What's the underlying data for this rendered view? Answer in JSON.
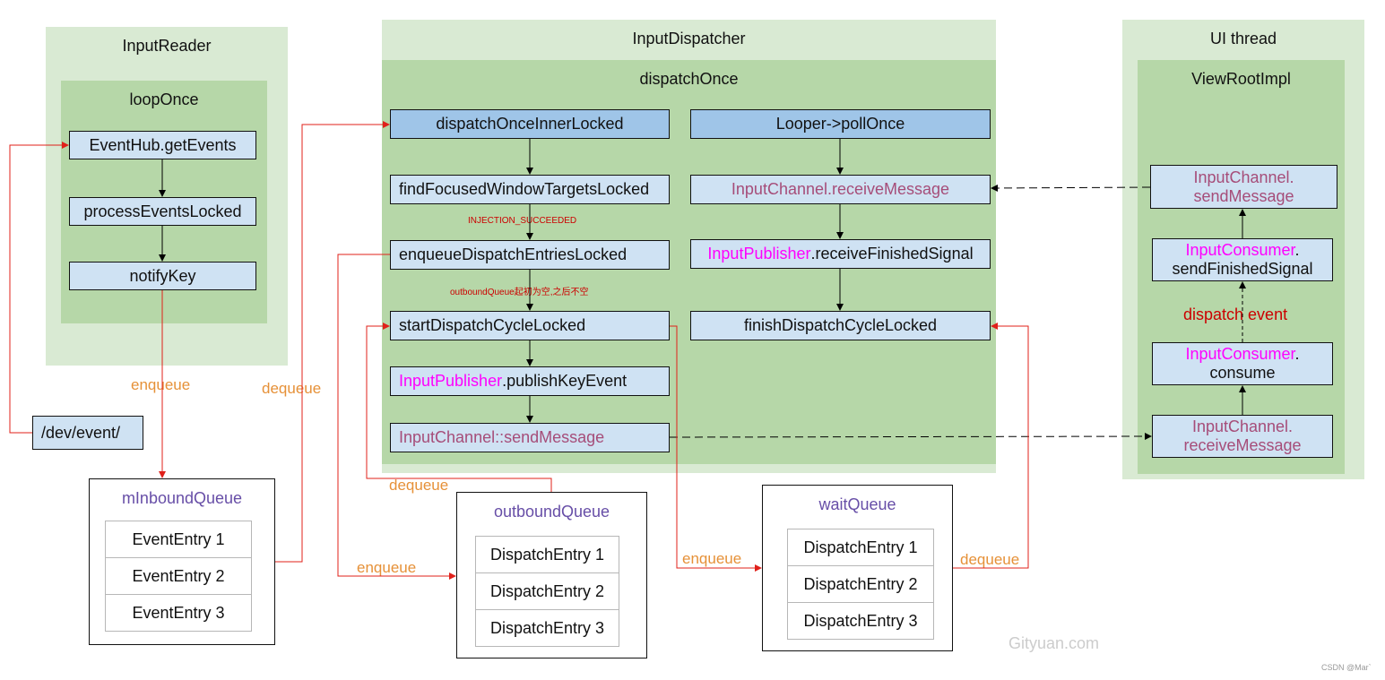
{
  "input_reader": {
    "title": "InputReader",
    "loop_title": "loopOnce",
    "nodes": [
      "EventHub.getEvents",
      "processEventsLocked",
      "notifyKey"
    ]
  },
  "dev_event": "/dev/event/",
  "input_dispatcher": {
    "title": "InputDispatcher",
    "dispatch_once_title": "dispatchOnce",
    "left_nodes": {
      "dispatch_inner": "dispatchOnceInnerLocked",
      "find_focused": "findFocusedWindowTargetsLocked",
      "enqueue_entries": "enqueueDispatchEntriesLocked",
      "start_cycle": "startDispatchCycleLocked",
      "publish_prefix": "InputPublisher",
      "publish_suffix": ".publishKeyEvent",
      "send_message": "InputChannel::sendMessage"
    },
    "right_nodes": {
      "poll_once": "Looper->pollOnce",
      "receive_prefix": "InputChannel",
      "receive_suffix": ".receiveMessage",
      "finished_prefix": "InputPublisher",
      "finished_suffix": ".receiveFinishedSignal",
      "finish_cycle": "finishDispatchCycleLocked"
    },
    "annotations": {
      "injection": "INJECTION_SUCCEEDED",
      "outbound_note": "outboundQueue起初为空,之后不空"
    }
  },
  "ui_thread": {
    "title": "UI thread",
    "view_root_title": "ViewRootImpl",
    "send_message": [
      "InputChannel.",
      "sendMessage"
    ],
    "send_finished": [
      "InputConsumer",
      ".",
      "sendFinishedSignal"
    ],
    "dispatch_event": "dispatch event",
    "consume": [
      "InputConsumer",
      ".",
      "consume"
    ],
    "receive_message": [
      "InputChannel.",
      "receiveMessage"
    ]
  },
  "queues": {
    "inbound": {
      "title": "mInboundQueue",
      "entries": [
        "EventEntry 1",
        "EventEntry 2",
        "EventEntry 3"
      ]
    },
    "outbound": {
      "title": "outboundQueue",
      "entries": [
        "DispatchEntry 1",
        "DispatchEntry 2",
        "DispatchEntry 3"
      ]
    },
    "wait": {
      "title": "waitQueue",
      "entries": [
        "DispatchEntry 1",
        "DispatchEntry 2",
        "DispatchEntry 3"
      ]
    }
  },
  "edge_labels": {
    "enqueue_inbound": "enqueue",
    "dequeue_inbound": "dequeue",
    "dequeue_outbound": "dequeue",
    "enqueue_outbound": "enqueue",
    "enqueue_wait": "enqueue",
    "dequeue_wait": "dequeue"
  },
  "watermark": "Gityuan.com",
  "credit": "CSDN @Mar`",
  "colors": {
    "outer_panel": "#d9ead3",
    "inner_panel": "#b6d7a8",
    "node": "#cfe2f3",
    "node_dark": "#9fc5e8",
    "edge_red": "#e06666",
    "label_orange": "#e69138",
    "magenta": "#ff00ff",
    "mauve": "#a64d79",
    "queue_title": "#674ea7"
  }
}
